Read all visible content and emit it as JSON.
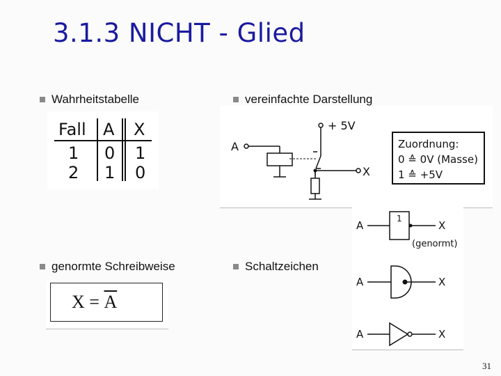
{
  "title": "3.1.3  NICHT - Glied",
  "bullets": {
    "truth_table": "Wahrheitstabelle",
    "simplified": "vereinfachte Darstellung",
    "notation": "genormte Schreibweise",
    "symbols": "Schaltzeichen"
  },
  "truth_table": {
    "headers": [
      "Fall",
      "A",
      "X"
    ],
    "rows": [
      [
        "1",
        "0",
        "1"
      ],
      [
        "2",
        "1",
        "0"
      ]
    ]
  },
  "circuit": {
    "supply": "+ 5V",
    "input": "A",
    "output": "X",
    "legend": {
      "title": "Zuordnung:",
      "line1": "0 ≙ 0V (Masse)",
      "line2": "1 ≙ +5V"
    }
  },
  "formula": {
    "lhs": "X = ",
    "rhs": "A"
  },
  "symbols": {
    "input": "A",
    "output": "X",
    "box_label": "1",
    "standard_note": "(genormt)"
  },
  "page_number": "31"
}
